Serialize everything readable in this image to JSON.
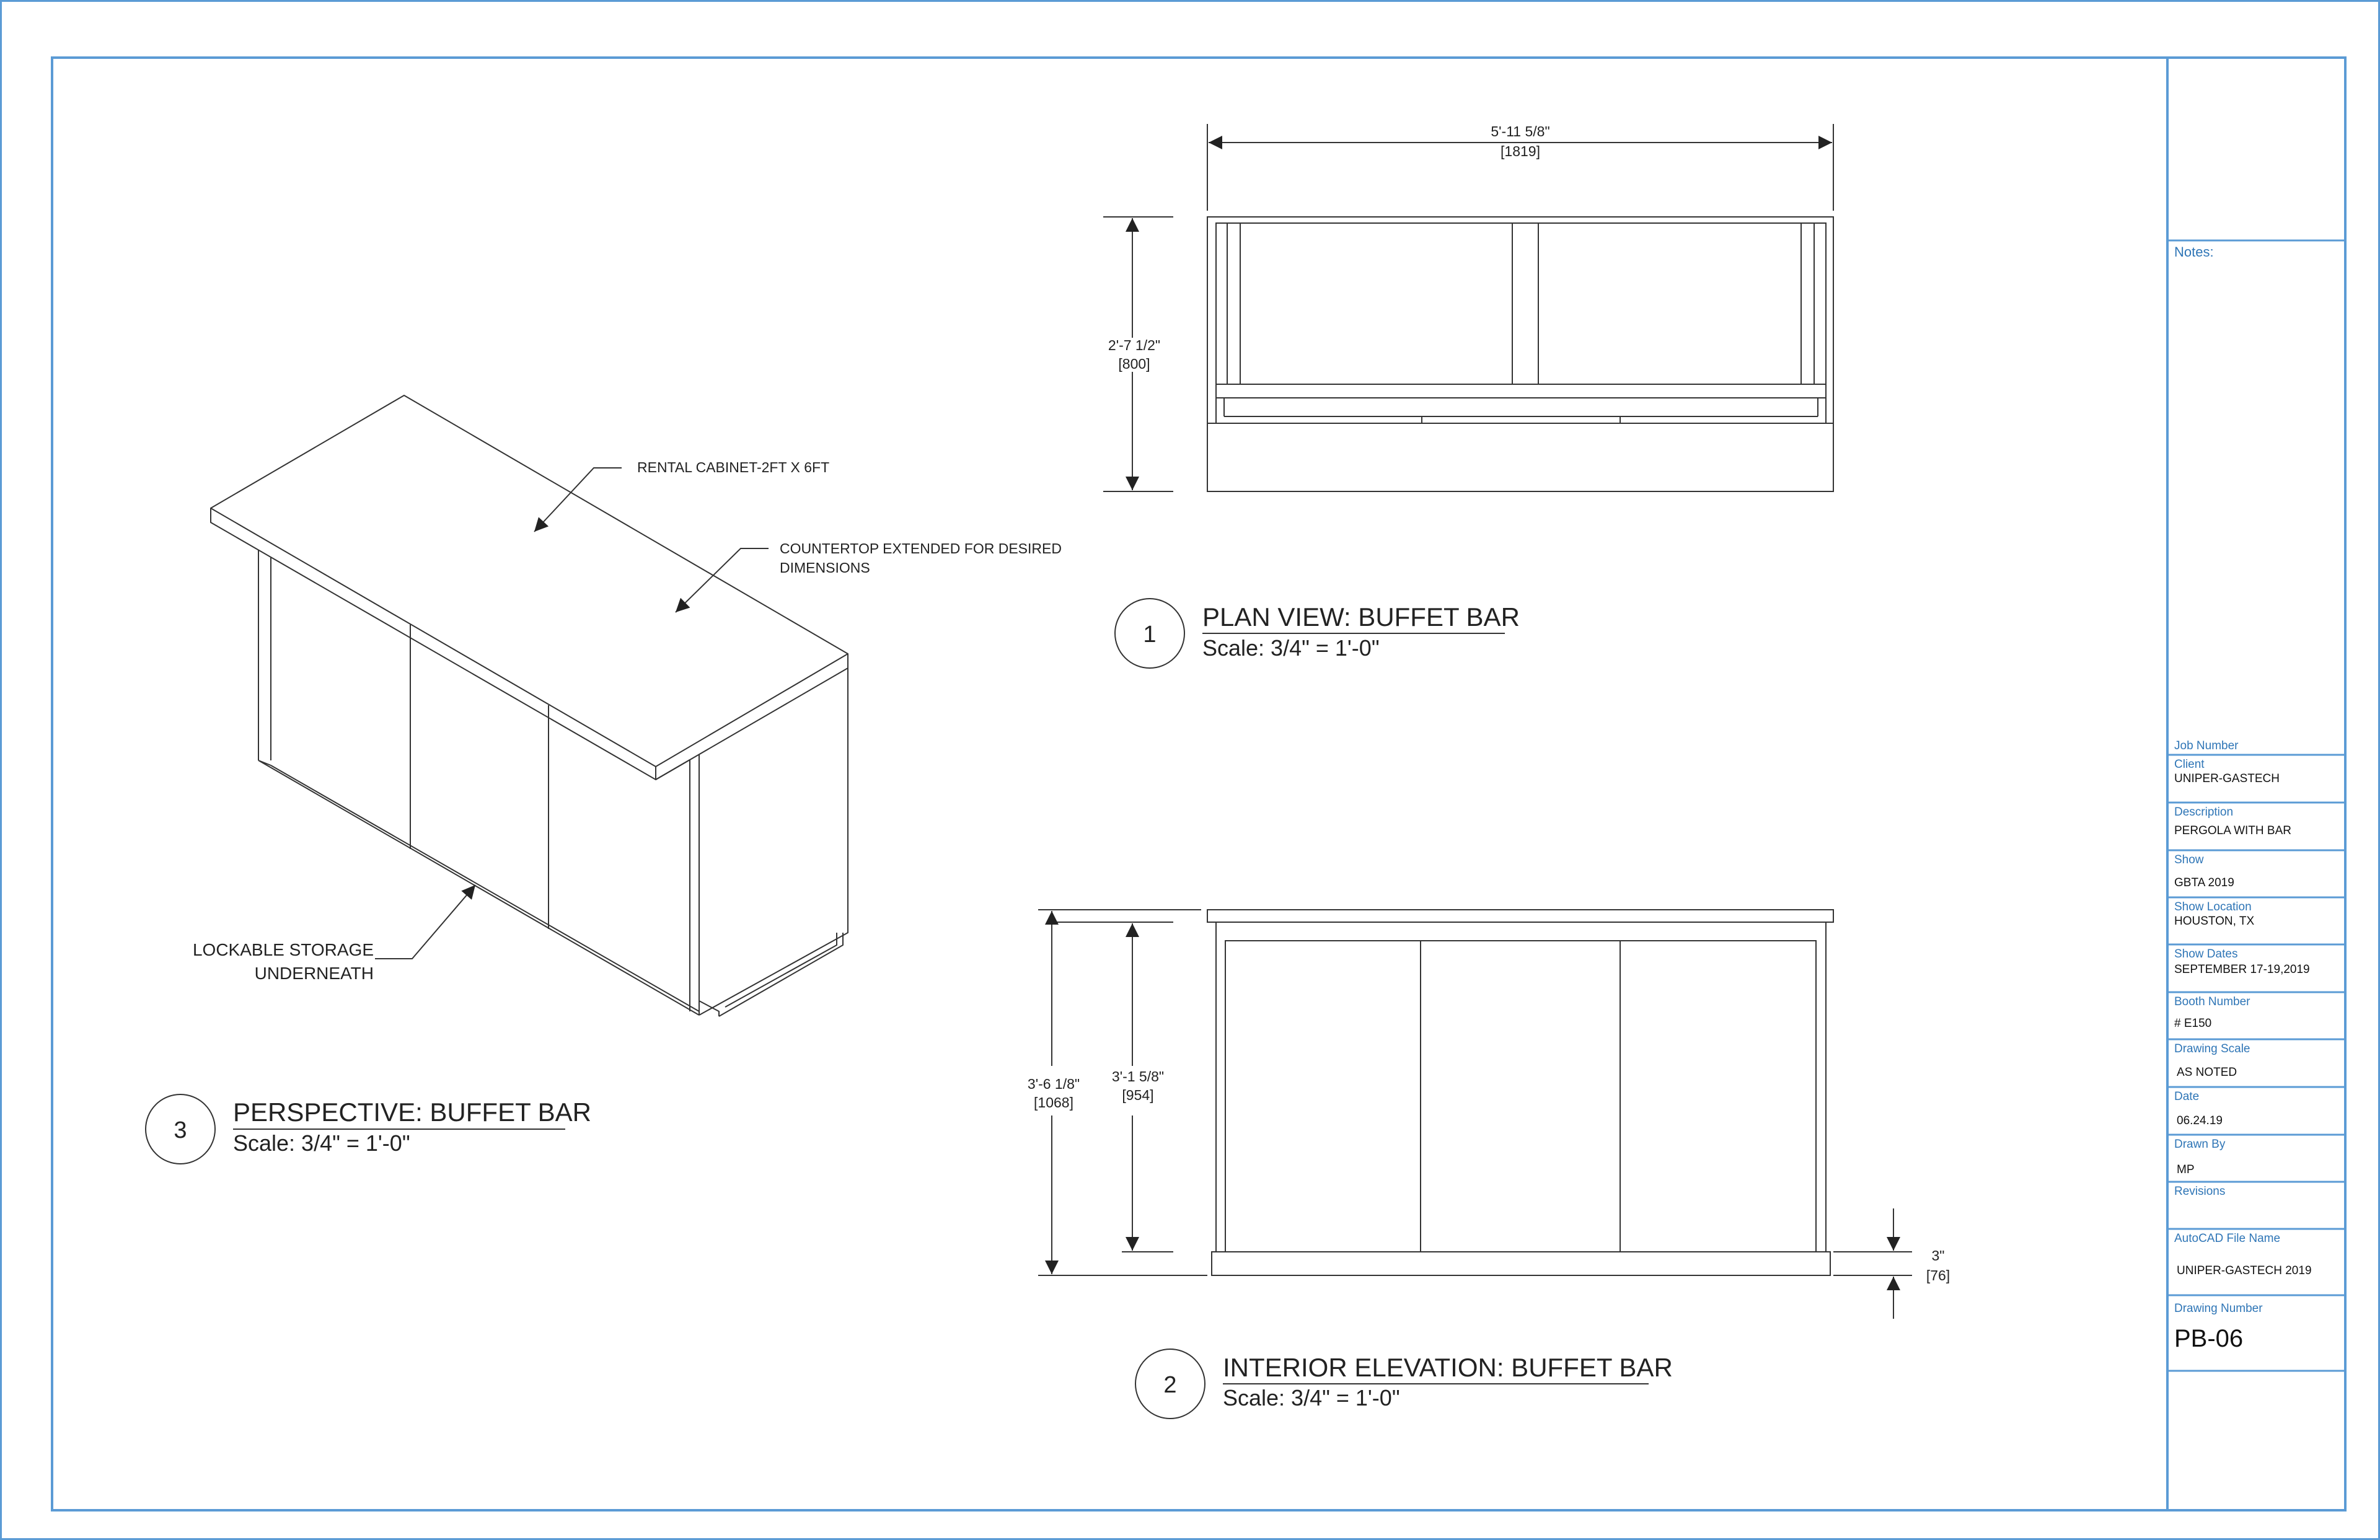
{
  "views": {
    "plan": {
      "number": "1",
      "title": "PLAN VIEW: BUFFET BAR",
      "scale": "Scale: 3/4\" = 1'-0\""
    },
    "elevation": {
      "number": "2",
      "title": "INTERIOR ELEVATION: BUFFET BAR",
      "scale": "Scale: 3/4\" = 1'-0\""
    },
    "perspective": {
      "number": "3",
      "title": "PERSPECTIVE: BUFFET BAR",
      "scale": "Scale: 3/4\" = 1'-0\""
    }
  },
  "dimensions": {
    "plan_width": {
      "imperial": "5'-11 5/8\"",
      "metric": "[1819]"
    },
    "plan_depth": {
      "imperial": "2'-7 1/2\"",
      "metric": "[800]"
    },
    "elev_total_height": {
      "imperial": "3'-6 1/8\"",
      "metric": "[1068]"
    },
    "elev_cabinet_height": {
      "imperial": "3'-1 5/8\"",
      "metric": "[954]"
    },
    "elev_base_height": {
      "imperial": "3\"",
      "metric": "[76]"
    }
  },
  "annotations": {
    "rental_cabinet": "RENTAL CABINET-2FT X 6FT",
    "countertop_line1": "COUNTERTOP EXTENDED FOR DESIRED",
    "countertop_line2": "DIMENSIONS",
    "storage_line1": "LOCKABLE STORAGE",
    "storage_line2": "UNDERNEATH"
  },
  "title_block": {
    "notes_label": "Notes:",
    "job_number_label": "Job Number",
    "client_label": "Client",
    "client_value": "UNIPER-GASTECH",
    "description_label": "Description",
    "description_value": "PERGOLA WITH BAR",
    "show_label": "Show",
    "show_value": "GBTA 2019",
    "show_location_label": "Show Location",
    "show_location_value": "HOUSTON, TX",
    "show_dates_label": "Show Dates",
    "show_dates_value": "SEPTEMBER 17-19,2019",
    "booth_number_label": "Booth Number",
    "booth_number_value": "# E150",
    "drawing_scale_label": "Drawing Scale",
    "drawing_scale_value": "AS NOTED",
    "date_label": "Date",
    "date_value": "06.24.19",
    "drawn_by_label": "Drawn By",
    "drawn_by_value": "MP",
    "revisions_label": "Revisions",
    "autocad_label": "AutoCAD File Name",
    "autocad_value": "UNIPER-GASTECH 2019",
    "drawing_number_label": "Drawing Number",
    "drawing_number_value": "PB-06"
  },
  "colors": {
    "border": "#5b9bd5",
    "label": "#2e75b6",
    "line": "#333333"
  }
}
